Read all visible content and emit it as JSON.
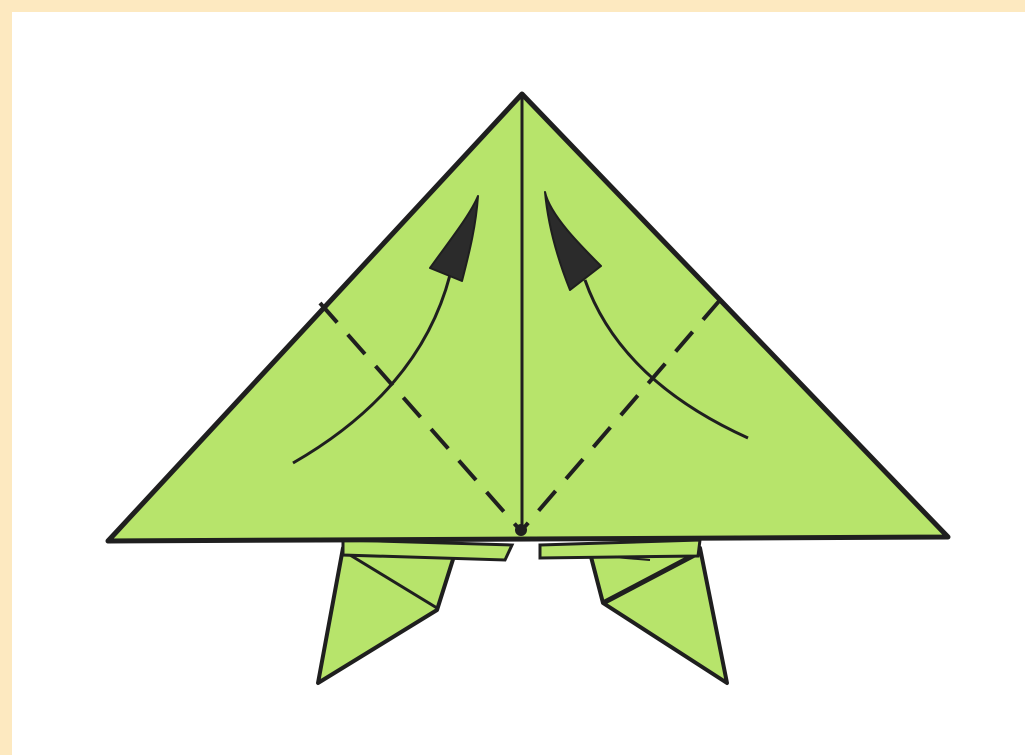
{
  "diagram": {
    "subject": "origami-fold-step",
    "colors": {
      "page_border": "#fde9c0",
      "background": "#ffffff",
      "paper": "#b7e46b",
      "ink": "#1f1f1f",
      "arrow_head": "#2b2b2b"
    },
    "fold_lines": [
      "valley-fold-left",
      "valley-fold-right"
    ],
    "arrows": [
      "fold-up-arrow-left",
      "fold-up-arrow-right"
    ]
  }
}
